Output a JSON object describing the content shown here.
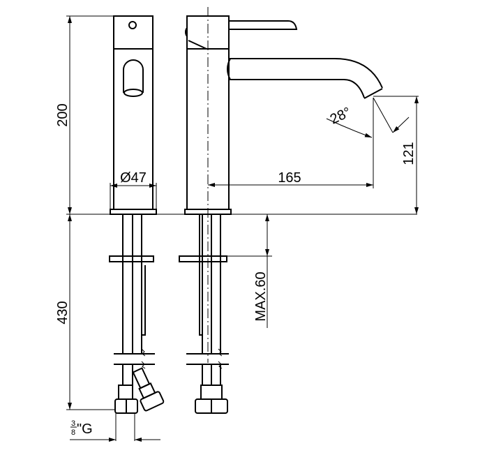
{
  "drawing": {
    "title": "Basin mixer dimension drawing",
    "dimensions": {
      "height_body": "200",
      "height_hoses": "430",
      "diameter": "Ø47",
      "spout_reach": "165",
      "spout_height": "121",
      "angle": "28°",
      "max_thickness": "MAX.60",
      "thread_num": "3",
      "thread_den": "8",
      "thread_suffix": "\"G"
    },
    "color": "#000000"
  }
}
